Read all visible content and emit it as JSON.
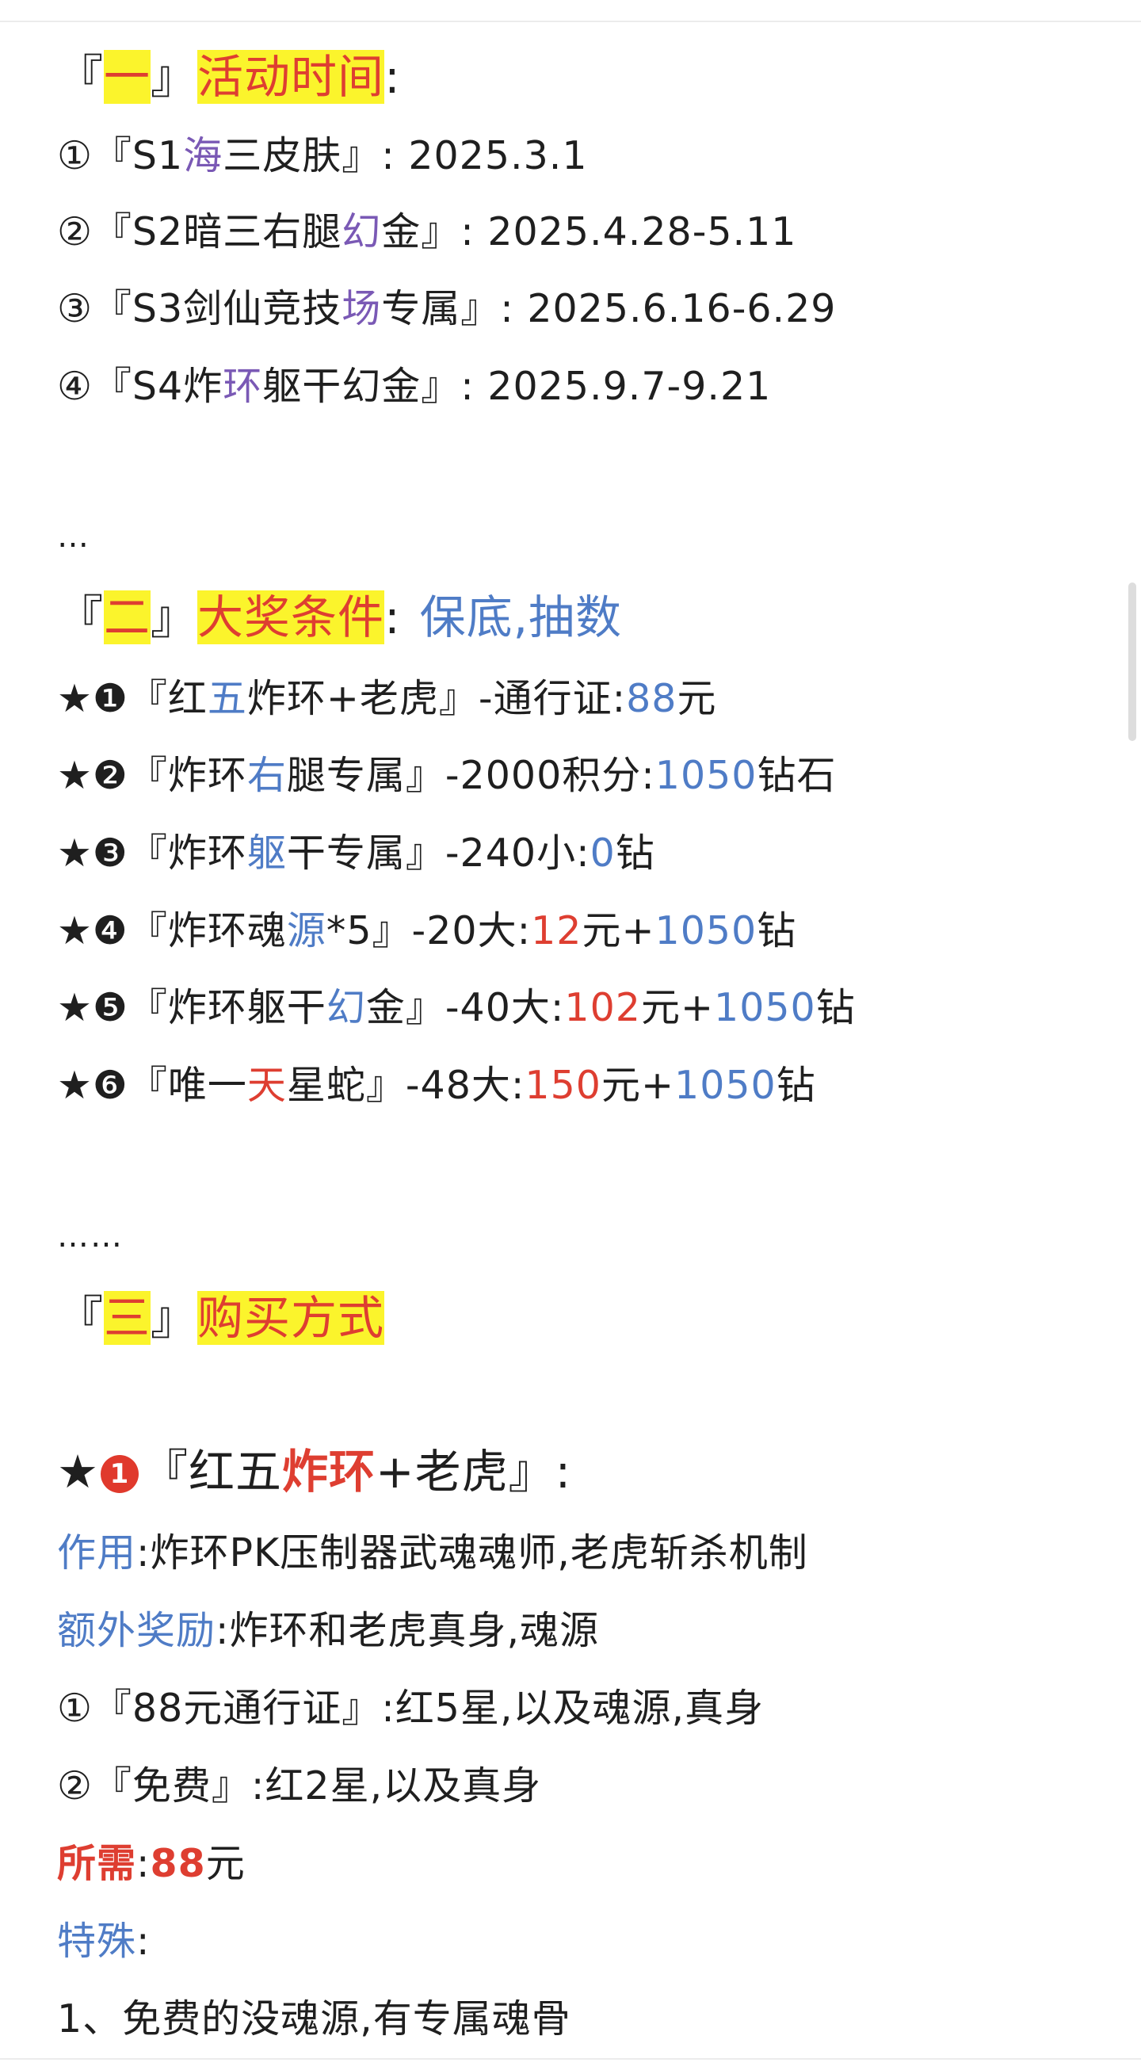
{
  "section1": {
    "open": "『",
    "num": "一",
    "close": "』",
    "title": "活动时间",
    "colon": ":",
    "items": [
      {
        "a": "①『S1",
        "b": "海",
        "c": "三皮肤』: 2025.3.1"
      },
      {
        "a": "②『S2暗三右腿",
        "b": "幻",
        "c": "金』: 2025.4.28-5.11"
      },
      {
        "a": "③『S3剑仙竞技",
        "b": "场",
        "c": "专属』: 2025.6.16-6.29"
      },
      {
        "a": "④『S4炸",
        "b": "环",
        "c": "躯干幻金』: 2025.9.7-9.21"
      }
    ]
  },
  "ellipsis1": "…",
  "section2": {
    "open": "『",
    "num": "二",
    "close": "』",
    "title": "大奖条件",
    "colon": ":",
    "subtitle": "保底,抽数",
    "items": [
      {
        "star": "★❶『红",
        "b": "五",
        "c": "炸环+老虎』-通行证:",
        "v1": "88",
        "d": "元",
        "v2": "",
        "e": "",
        "v3": "",
        "f": ""
      },
      {
        "star": "★❷『炸环",
        "b": "右",
        "c": "腿专属』-2000积分:",
        "v1": "",
        "d": "",
        "v2": "",
        "e": "",
        "v3": "1050",
        "f": "钻石"
      },
      {
        "star": "★❸『炸环",
        "b": "躯",
        "c": "干专属』-240小:",
        "v1": "",
        "d": "",
        "v2": "",
        "e": "",
        "v3": "0",
        "f": "钻"
      },
      {
        "star": "★❹『炸环魂",
        "b": "源",
        "c": "*5』-20大:",
        "v1": "",
        "d": "",
        "v2": "12",
        "e": "元+",
        "v3": "1050",
        "f": "钻"
      },
      {
        "star": "★❺『炸环躯干",
        "b": "幻",
        "c": "金』-40大:",
        "v1": "",
        "d": "",
        "v2": "102",
        "e": "元+",
        "v3": "1050",
        "f": "钻"
      },
      {
        "star": "★❻『唯一",
        "b": "天",
        "c": "星蛇』-48大:",
        "v1": "",
        "d": "",
        "v2": "150",
        "e": "元+",
        "v3": "1050",
        "f": "钻"
      }
    ]
  },
  "ellipsis2": "……",
  "section3": {
    "open": "『",
    "num": "三",
    "close": "』",
    "title": "购买方式"
  },
  "section4": {
    "star": "★",
    "badge": "1",
    "open": "『红五",
    "highlight": "炸环",
    "close": "+老虎』:",
    "effect_label": "作用",
    "effect_text": ":炸环PK压制器武魂魂师,老虎斩杀机制",
    "bonus_label": "额外奖励",
    "bonus_text": ":炸环和老虎真身,魂源",
    "opt1": "①『88元通行证』:红5星,以及魂源,真身",
    "opt2": "②『免费』:红2星,以及真身",
    "need_label": "所需",
    "need_colon": ":",
    "need_value": "88",
    "need_unit": "元",
    "special_label": "特殊",
    "special_colon": ":",
    "note1": "1、免费的没魂源,有专属魂骨"
  },
  "colors": {
    "highlight": "#fbf42c",
    "red": "#de3e31",
    "blue": "#4f7cc6",
    "purple": "#7a59b5",
    "text": "#1f1f1f"
  }
}
